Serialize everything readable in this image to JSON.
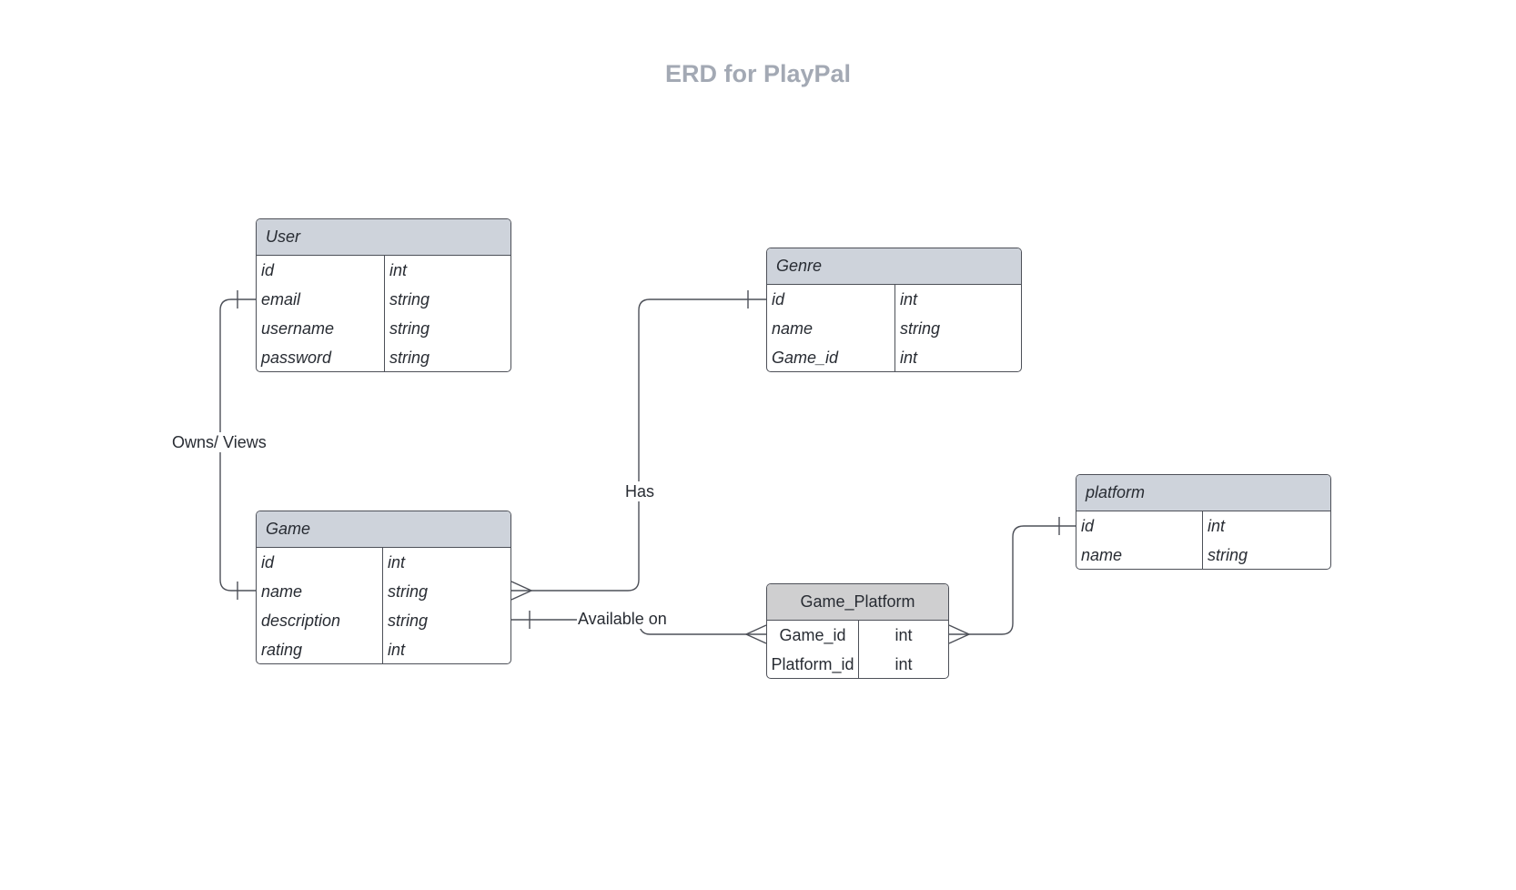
{
  "title": "ERD for PlayPal",
  "entities": {
    "user": {
      "name": "User",
      "fields": [
        {
          "name": "id",
          "type": "int"
        },
        {
          "name": "email",
          "type": "string"
        },
        {
          "name": "username",
          "type": "string"
        },
        {
          "name": "password",
          "type": "string"
        }
      ]
    },
    "genre": {
      "name": "Genre",
      "fields": [
        {
          "name": "id",
          "type": "int"
        },
        {
          "name": "name",
          "type": "string"
        },
        {
          "name": "Game_id",
          "type": "int"
        }
      ]
    },
    "game": {
      "name": "Game",
      "fields": [
        {
          "name": "id",
          "type": "int"
        },
        {
          "name": "name",
          "type": "string"
        },
        {
          "name": "description",
          "type": "string"
        },
        {
          "name": "rating",
          "type": "int"
        }
      ]
    },
    "platform": {
      "name": "platform",
      "fields": [
        {
          "name": "id",
          "type": "int"
        },
        {
          "name": "name",
          "type": "string"
        }
      ]
    },
    "game_platform": {
      "name": "Game_Platform",
      "fields": [
        {
          "name": "Game_id",
          "type": "int"
        },
        {
          "name": "Platform_id",
          "type": "int"
        }
      ]
    }
  },
  "relationships": {
    "owns_views": "Owns/ Views",
    "has": "Has",
    "available_on": "Available on"
  }
}
